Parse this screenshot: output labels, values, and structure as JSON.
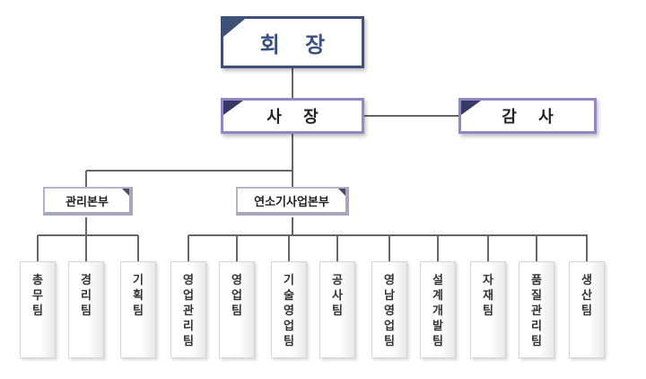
{
  "chairman": "회 장",
  "president": "사 장",
  "auditor": "감 사",
  "divisions": {
    "admin": "관리본부",
    "fuel": "연소기사업본부"
  },
  "teams": [
    "총무팀",
    "경리팀",
    "기획팀",
    "영업관리팀",
    "영업팀",
    "기술영업팀",
    "공사팀",
    "영남영업팀",
    "설계개발팀",
    "자재팀",
    "품질관리팀",
    "생산팀"
  ],
  "colors": {
    "chairman_border": "#3e5078",
    "exec_border": "#8f89c3",
    "connector": "#666666"
  }
}
